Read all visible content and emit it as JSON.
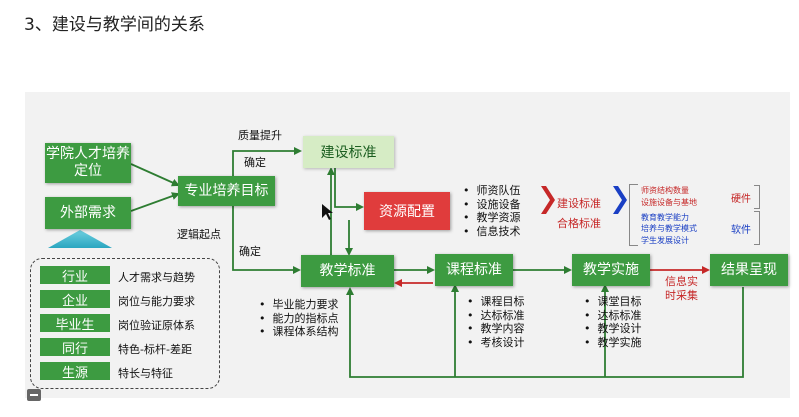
{
  "heading": "3、建设与教学间的关系",
  "boxes": {
    "talent": "学院人才培养定位",
    "external": "外部需求",
    "major_goal": "专业培养目标",
    "build_std": "建设标准",
    "resource": "资源配置",
    "teach_std": "教学标准",
    "course_std": "课程标准",
    "teach_impl": "教学实施",
    "result": "结果呈现"
  },
  "labels": {
    "quality": "质量提升",
    "confirm_top": "确定",
    "logic_start": "逻辑起点",
    "confirm_bottom": "确定",
    "info_collect": "信息实时采集"
  },
  "resource_items": [
    "师资队伍",
    "设施设备",
    "教学资源",
    "信息技术"
  ],
  "qualification": {
    "build": "建设标准",
    "pass": "合格标准"
  },
  "hardware": {
    "items": [
      "师资结构数量",
      "设施设备与基地"
    ],
    "category": "硬件"
  },
  "software": {
    "items": [
      "教育教学能力",
      "培养与教学模式",
      "学生发展设计"
    ],
    "category": "软件"
  },
  "teach_std_items": [
    "毕业能力要求",
    "能力的指标点",
    "课程体系结构"
  ],
  "course_items": [
    "课程目标",
    "达标标准",
    "教学内容",
    "考核设计"
  ],
  "impl_items": [
    "课堂目标",
    "达标标准",
    "教学设计",
    "教学实施"
  ],
  "sources": [
    {
      "name": "行业",
      "desc": "人才需求与趋势"
    },
    {
      "name": "企业",
      "desc": "岗位与能力要求"
    },
    {
      "name": "毕业生",
      "desc": "岗位验证原体系"
    },
    {
      "name": "同行",
      "desc": "特色-标杆-差距"
    },
    {
      "name": "生源",
      "desc": "特长与特征"
    }
  ],
  "colors": {
    "green": "#3d9b41",
    "light_green": "#d6ecc5",
    "red": "#e03c3c",
    "arrow_red": "#c62828",
    "blue": "#1a3fc4"
  }
}
